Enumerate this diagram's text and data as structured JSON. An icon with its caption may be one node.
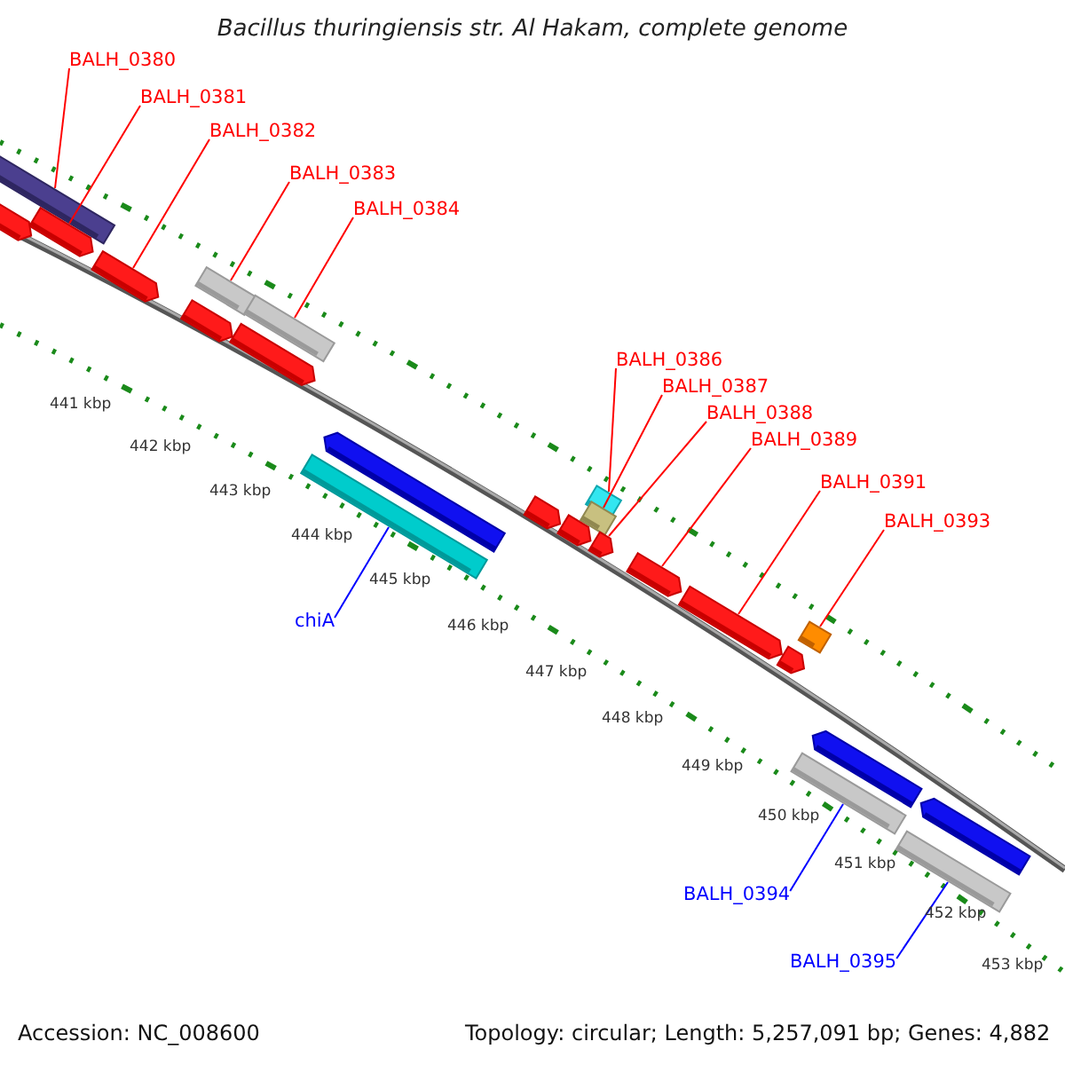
{
  "diagram": {
    "title": "Bacillus thuringiensis str. Al Hakam, complete genome",
    "nodes": [
      {
        "text": [
          "BALH_0380"
        ]
      },
      {
        "text": [
          "BALH_0381"
        ]
      },
      {
        "text": [
          "BALH_0382"
        ]
      },
      {
        "text": [
          "BALH_0383"
        ]
      },
      {
        "text": [
          "BALH_0384"
        ]
      },
      {
        "text": [
          "BALH_0386"
        ]
      },
      {
        "text": [
          "BALH_0387"
        ]
      },
      {
        "text": [
          "BALH_0388"
        ]
      },
      {
        "text": [
          "BALH_0389"
        ]
      },
      {
        "text": [
          "BALH_0391"
        ]
      },
      {
        "text": [
          "BALH_0393"
        ]
      },
      {
        "text": [
          "chiA"
        ]
      },
      {
        "text": [
          "BALH_0394"
        ]
      },
      {
        "text": [
          "BALH_0395"
        ]
      },
      {
        "text": [],
        "shape": "bar"
      },
      {
        "text": [],
        "shape": "arrow"
      },
      {
        "text": [],
        "shape": "arrow"
      },
      {
        "text": [],
        "shape": "bar"
      },
      {
        "text": [],
        "shape": "bar"
      },
      {
        "text": [],
        "shape": "bar"
      },
      {
        "text": [],
        "shape": "bar"
      },
      {
        "text": [],
        "shape": "arrow"
      },
      {
        "text": [],
        "shape": "arrow"
      },
      {
        "text": [],
        "shape": "arrow"
      },
      {
        "text": [],
        "shape": "bar"
      },
      {
        "text": [],
        "shape": "bar"
      },
      {
        "text": [],
        "shape": "bar"
      },
      {
        "text": [],
        "shape": "bar"
      },
      {
        "text": [],
        "shape": "arrow"
      },
      {
        "text": [],
        "shape": "arrow"
      },
      {
        "text": [],
        "shape": "arrow"
      },
      {
        "text": [],
        "shape": "arrow"
      },
      {
        "text": [],
        "shape": "arrow"
      },
      {
        "text": [],
        "shape": "arrow"
      },
      {
        "text": [],
        "shape": "arrow"
      },
      {
        "text": [],
        "shape": "arrow"
      },
      {
        "text": [],
        "shape": "arrow"
      }
    ],
    "edges": [
      {
        "from": 0,
        "to": 14,
        "arrow": "none"
      },
      {
        "from": 1,
        "to": 15,
        "arrow": "none"
      },
      {
        "from": 2,
        "to": 16,
        "arrow": "none"
      },
      {
        "from": 3,
        "to": 17,
        "arrow": "none"
      },
      {
        "from": 4,
        "to": 18,
        "arrow": "none"
      },
      {
        "from": 5,
        "to": 19,
        "arrow": "none"
      },
      {
        "from": 6,
        "to": 20,
        "arrow": "none"
      },
      {
        "from": 7,
        "to": 21,
        "arrow": "none"
      },
      {
        "from": 8,
        "to": 22,
        "arrow": "none"
      },
      {
        "from": 9,
        "to": 23,
        "arrow": "none"
      },
      {
        "from": 10,
        "to": 24,
        "arrow": "none"
      },
      {
        "from": 11,
        "to": 25,
        "arrow": "none",
        "color": "#0000ff"
      },
      {
        "from": 12,
        "to": 26,
        "arrow": "none",
        "color": "#0000ff"
      },
      {
        "from": 13,
        "to": 27,
        "arrow": "none",
        "color": "#0000ff"
      }
    ],
    "labels": [
      "441 kbp",
      "442 kbp",
      "443 kbp",
      "444 kbp",
      "445 kbp",
      "446 kbp",
      "447 kbp",
      "448 kbp",
      "449 kbp",
      "450 kbp",
      "451 kbp",
      "452 kbp",
      "453 kbp",
      "Accession: NC_008600",
      "Topology: circular; Length: 5,257,091 bp; Genes: 4,882"
    ]
  }
}
